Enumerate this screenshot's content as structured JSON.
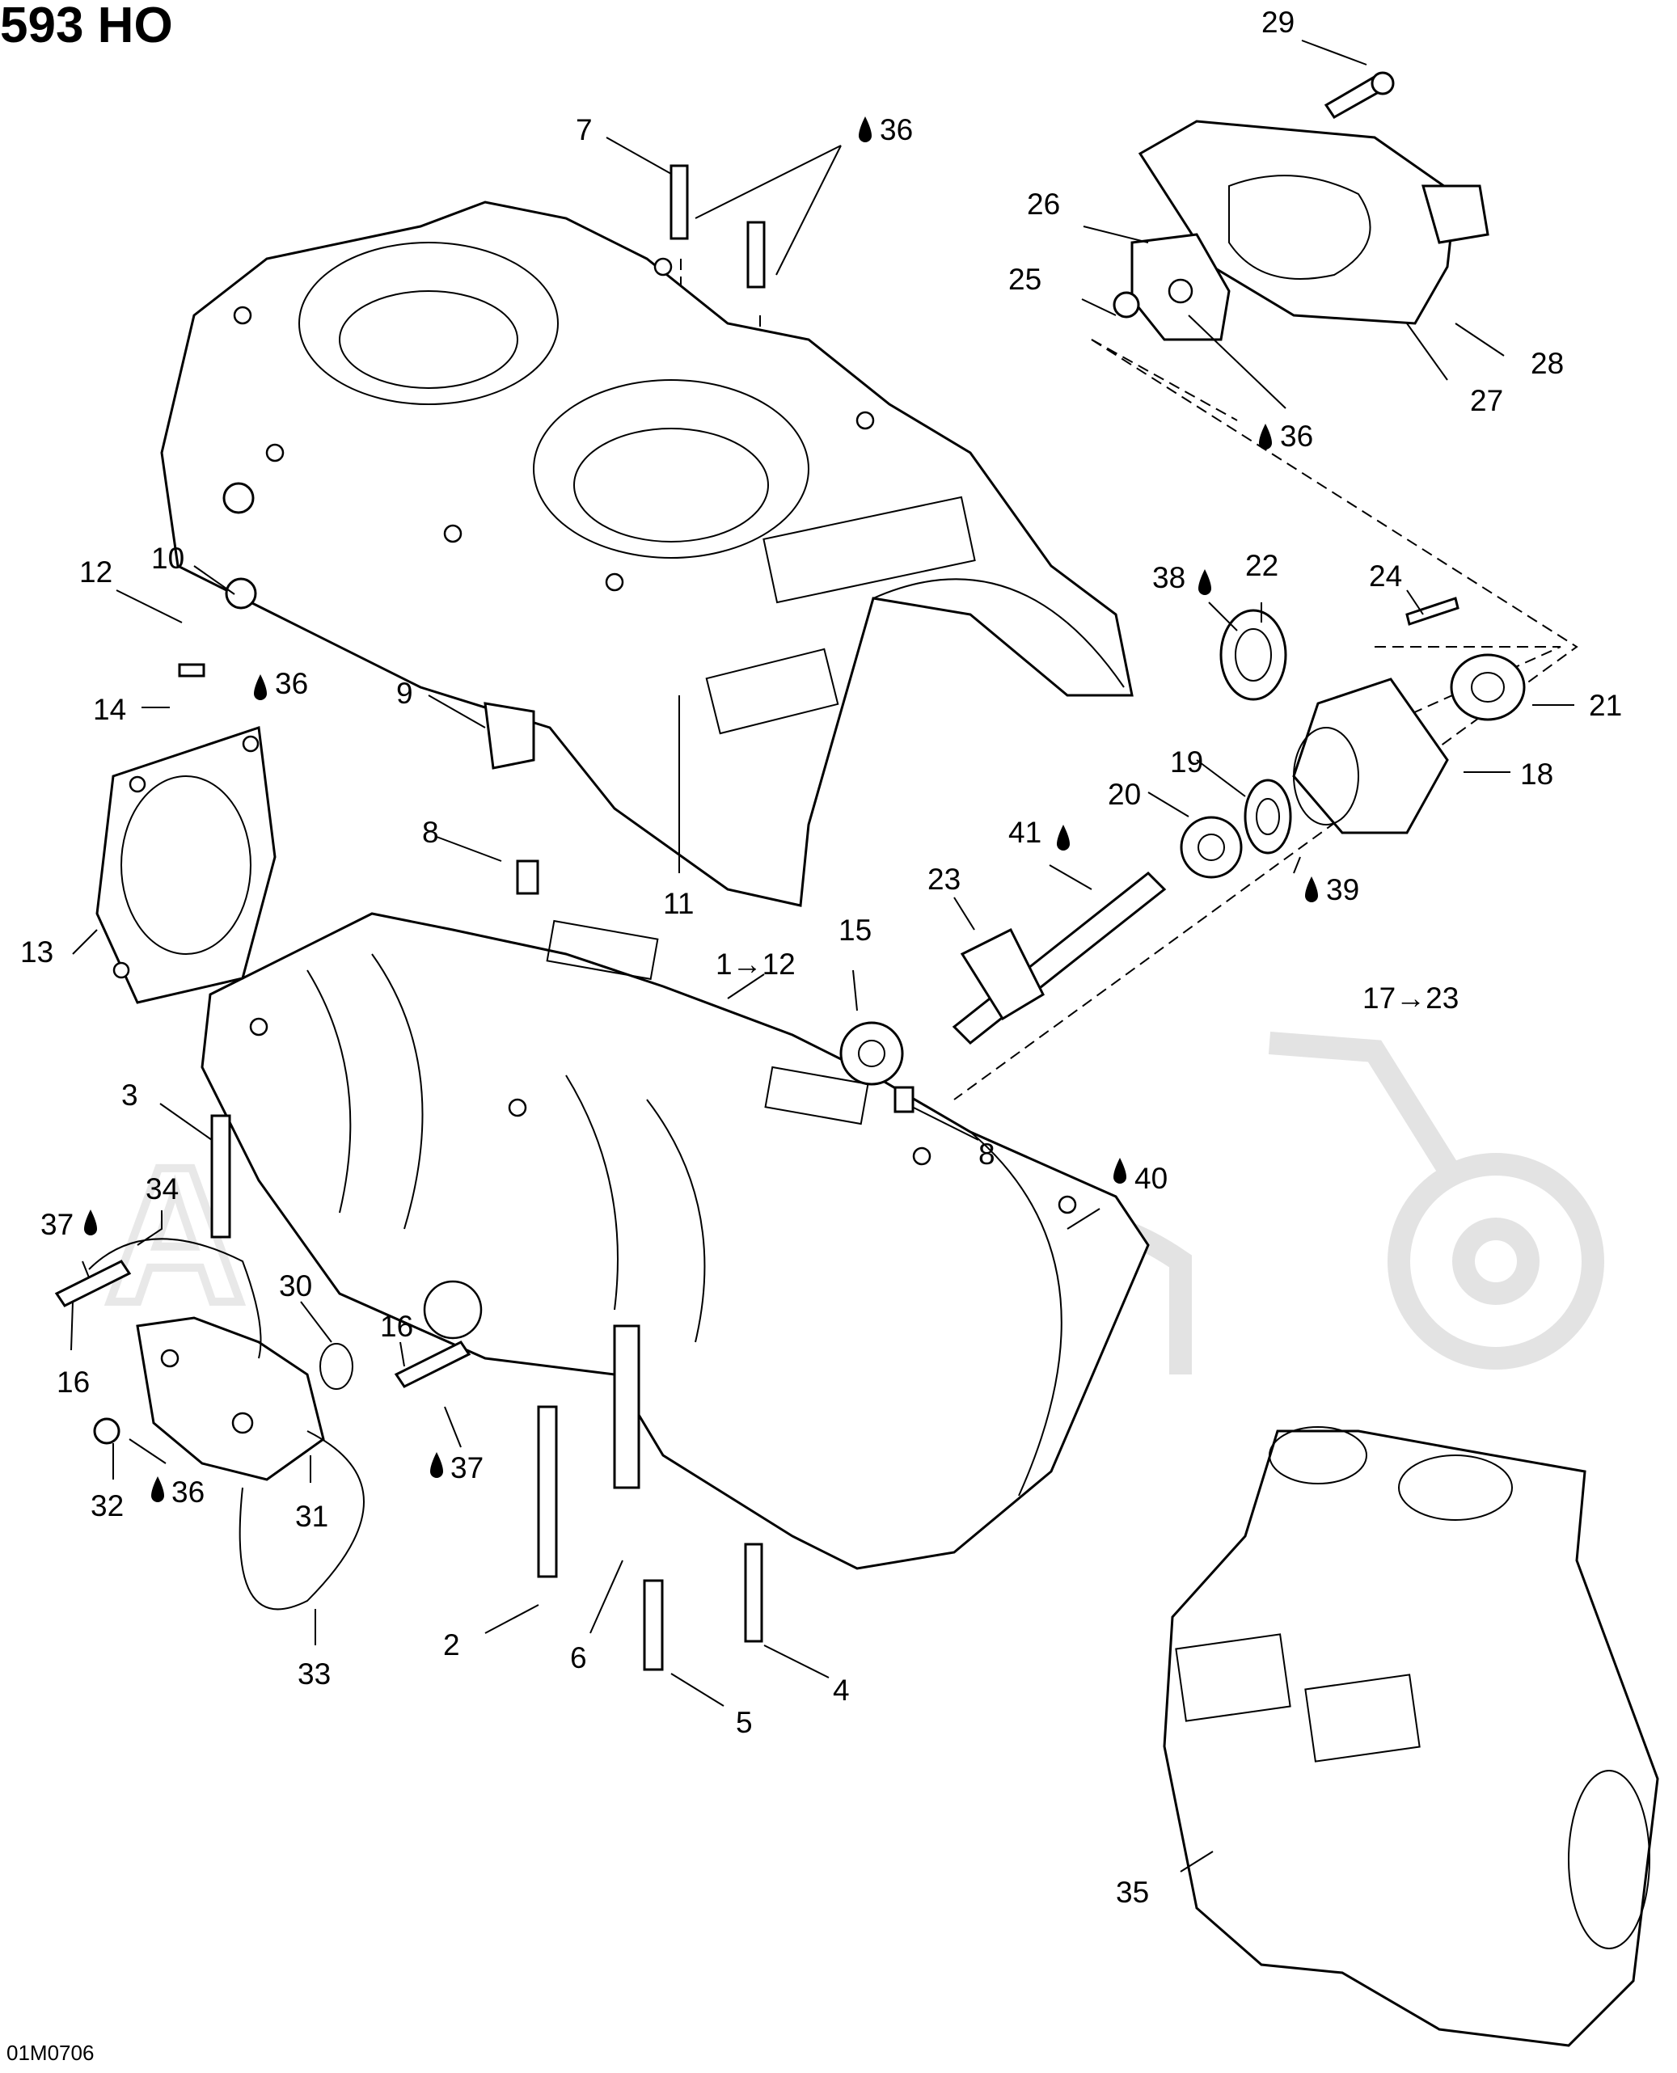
{
  "title": "593 HO",
  "figure_code": "01M0706",
  "callouts": [
    {
      "id": "c29",
      "text": "29"
    },
    {
      "id": "c7",
      "text": "7"
    },
    {
      "id": "c36a",
      "text": "36",
      "grease": true
    },
    {
      "id": "c26",
      "text": "26"
    },
    {
      "id": "c25",
      "text": "25"
    },
    {
      "id": "c28",
      "text": "28"
    },
    {
      "id": "c27",
      "text": "27"
    },
    {
      "id": "c36b",
      "text": "36",
      "grease": true
    },
    {
      "id": "c10",
      "text": "10"
    },
    {
      "id": "c12",
      "text": "12"
    },
    {
      "id": "c38",
      "text": "38",
      "grease": true
    },
    {
      "id": "c22",
      "text": "22"
    },
    {
      "id": "c24",
      "text": "24"
    },
    {
      "id": "c14",
      "text": "14"
    },
    {
      "id": "c36c",
      "text": "36",
      "grease": true
    },
    {
      "id": "c9",
      "text": "9"
    },
    {
      "id": "c21",
      "text": "21"
    },
    {
      "id": "c19",
      "text": "19"
    },
    {
      "id": "c18",
      "text": "18"
    },
    {
      "id": "c20",
      "text": "20"
    },
    {
      "id": "c41",
      "text": "41",
      "grease": true
    },
    {
      "id": "c8a",
      "text": "8"
    },
    {
      "id": "c23",
      "text": "23"
    },
    {
      "id": "c39",
      "text": "39",
      "grease": true
    },
    {
      "id": "c11",
      "text": "11"
    },
    {
      "id": "c13",
      "text": "13"
    },
    {
      "id": "c15",
      "text": "15"
    },
    {
      "id": "c1to12",
      "text": "1→12"
    },
    {
      "id": "c17to23",
      "text": "17→23"
    },
    {
      "id": "c3",
      "text": "3"
    },
    {
      "id": "c8b",
      "text": "8"
    },
    {
      "id": "c40",
      "text": "40",
      "grease": true
    },
    {
      "id": "c34",
      "text": "34"
    },
    {
      "id": "c37a",
      "text": "37",
      "grease": true
    },
    {
      "id": "c30",
      "text": "30"
    },
    {
      "id": "c16a",
      "text": "16"
    },
    {
      "id": "c16b",
      "text": "16"
    },
    {
      "id": "c37b",
      "text": "37",
      "grease": true
    },
    {
      "id": "c32",
      "text": "32"
    },
    {
      "id": "c36d",
      "text": "36",
      "grease": true
    },
    {
      "id": "c31",
      "text": "31"
    },
    {
      "id": "c2",
      "text": "2"
    },
    {
      "id": "c6",
      "text": "6"
    },
    {
      "id": "c4",
      "text": "4"
    },
    {
      "id": "c33",
      "text": "33"
    },
    {
      "id": "c5",
      "text": "5"
    },
    {
      "id": "c35",
      "text": "35"
    }
  ]
}
